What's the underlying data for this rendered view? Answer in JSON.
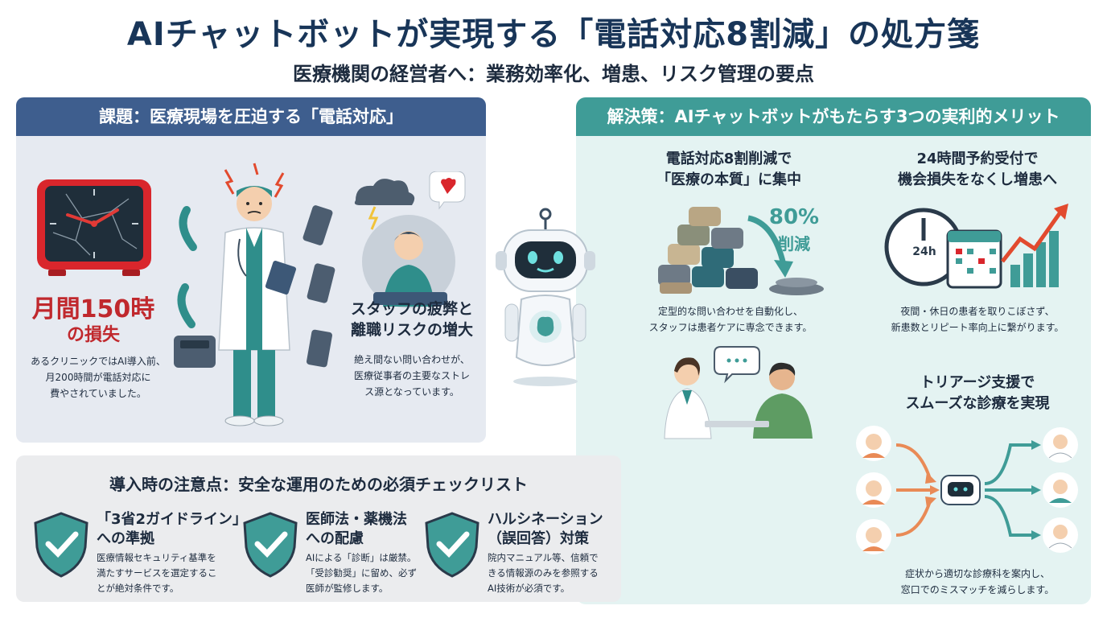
{
  "title": "AIチャットボットが実現する「電話対応8割減」の処方箋",
  "subtitle": "医療機関の経営者へ：業務効率化、増患、リスク管理の要点",
  "problem": {
    "header": "課題：医療現場を圧迫する「電話対応」",
    "loss_line1": "月間150時",
    "loss_line2": "の損失",
    "loss_desc": [
      "あるクリニックではAI導入前、",
      "月200時間が電話対応に",
      "費やされていました。"
    ],
    "stress_head": [
      "スタッフの疲弊と",
      "離職リスクの増大"
    ],
    "stress_desc": [
      "絶え間ない問い合わせが、",
      "医療従事者の主要なストレ",
      "ス源となっています。"
    ]
  },
  "solution": {
    "header": "解決策：AIチャットボットがもたらす3つの実利的メリット",
    "item1_head": [
      "電話対応8割削減で",
      "「医療の本質」に集中"
    ],
    "item1_pct": "80%",
    "item1_pct_label": "削減",
    "item1_desc": [
      "定型的な問い合わせを自動化し、",
      "スタッフは患者ケアに専念できます。"
    ],
    "item2_head": [
      "24時間予約受付で",
      "機会損失をなくし増患へ"
    ],
    "item2_badge": "24h",
    "item2_desc": [
      "夜間・休日の患者を取りこぼさず、",
      "新患数とリピート率向上に繋がります。"
    ],
    "item3_head": [
      "トリアージ支援で",
      "スムーズな診療を実現"
    ],
    "item3_desc": [
      "症状から適切な診療科を案内し、",
      "窓口でのミスマッチを減らします。"
    ]
  },
  "checklist": {
    "title": "導入時の注意点：安全な運用のための必須チェックリスト",
    "items": [
      {
        "head": [
          "「3省2ガイドライン」",
          "への準拠"
        ],
        "desc": [
          "医療情報セキュリティ基準を",
          "満たすサービスを選定するこ",
          "とが絶対条件です。"
        ]
      },
      {
        "head": [
          "医師法・薬機法",
          "への配慮"
        ],
        "desc": [
          "AIによる「診断」は厳禁。",
          "「受診勧奨」に留め、必ず",
          "医師が監修します。"
        ]
      },
      {
        "head": [
          "ハルシネーション",
          "（誤回答）対策"
        ],
        "desc": [
          "院内マニュアル等、信頼で",
          "きる情報源のみを参照する",
          "AI技術が必須です。"
        ]
      }
    ]
  },
  "colors": {
    "title": "#183558",
    "problem_header": "#3e5e8e",
    "solution_header": "#3f9c97",
    "alert": "#c0282d",
    "teal": "#3f9c97"
  },
  "icons": [
    "broken-clock-icon",
    "stressed-doctor-icon",
    "exhausted-staff-icon",
    "robot-icon",
    "telephone-pile-icon",
    "down-arrow-icon",
    "clock-calendar-icon",
    "growth-chart-icon",
    "consultation-icon",
    "triage-flow-icon",
    "shield-check-icon"
  ]
}
